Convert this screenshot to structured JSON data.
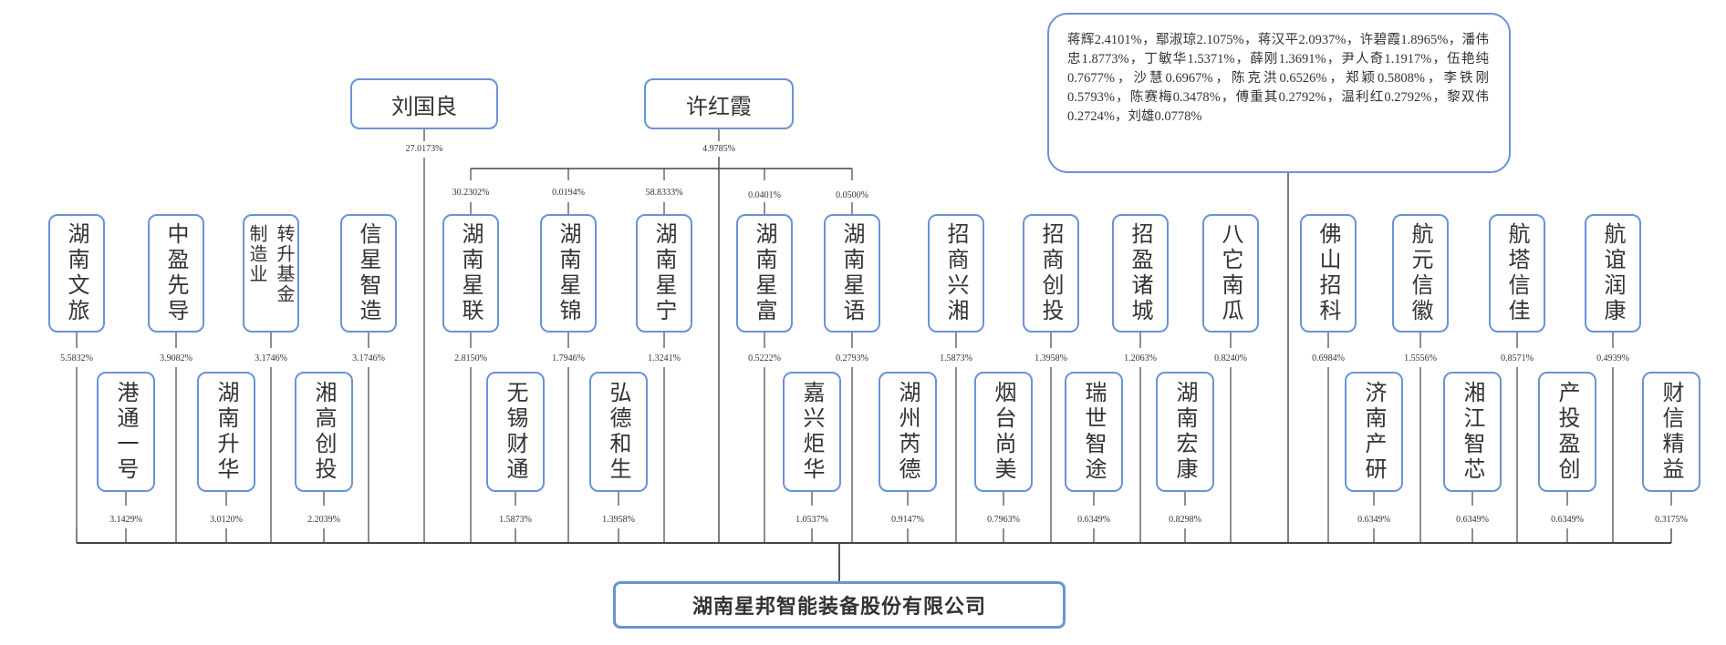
{
  "company": {
    "name": "湖南星邦智能装备股份有限公司"
  },
  "top_persons": [
    {
      "id": "liu",
      "name": "刘国良",
      "pct": "27.0173%"
    },
    {
      "id": "xu",
      "name": "许红霞",
      "pct": "4.9785%"
    }
  ],
  "xu_sub_pcts": [
    "30.2302%",
    "0.0194%",
    "58.8333%",
    "0.0401%",
    "0.0500%"
  ],
  "others_note": "蒋辉2.4101%，鄢淑琼2.1075%，蒋汉平2.0937%，许碧霞1.8965%，潘伟忠1.8773%，丁敏华1.5371%，薛刚1.3691%，尹人奇1.1917%，伍艳纯0.7677%，沙慧0.6967%，陈克洪0.6526%，郑颖0.5808%，李铁刚0.5793%，陈赛梅0.3478%，傅重其0.2792%，温利红0.2792%，黎双伟0.2724%，刘雄0.0778%",
  "upper_row": [
    {
      "name": "湖南文旅",
      "pct": "5.5832%"
    },
    {
      "name": "中盈先导",
      "pct": "3.9082%"
    },
    {
      "name": "转升基金制造业",
      "col1": "转升基金",
      "col2": "制造业",
      "pct": "3.1746%"
    },
    {
      "name": "信星智造",
      "pct": "3.1746%"
    },
    {
      "name": "湖南星联",
      "pct": "2.8150%"
    },
    {
      "name": "湖南星锦",
      "pct": "1.7946%"
    },
    {
      "name": "湖南星宁",
      "pct": "1.3241%"
    },
    {
      "name": "湖南星富",
      "pct": "0.5222%"
    },
    {
      "name": "湖南星语",
      "pct": "0.2793%"
    },
    {
      "name": "招商兴湘",
      "pct": "1.5873%"
    },
    {
      "name": "招商创投",
      "pct": "1.3958%"
    },
    {
      "name": "招盈诸城",
      "pct": "1.2063%"
    },
    {
      "name": "八它南瓜",
      "pct": "0.8240%"
    },
    {
      "name": "佛山招科",
      "pct": "0.6984%"
    },
    {
      "name": "航元信徽",
      "pct": "1.5556%"
    },
    {
      "name": "航塔信佳",
      "pct": "0.8571%"
    },
    {
      "name": "航谊润康",
      "pct": "0.4939%"
    }
  ],
  "lower_row": [
    {
      "name": "港通一号",
      "pct": "3.1429%"
    },
    {
      "name": "湖南升华",
      "pct": "3.0120%"
    },
    {
      "name": "湘高创投",
      "pct": "2.2039%"
    },
    {
      "name": "无锡财通",
      "pct": "1.5873%"
    },
    {
      "name": "弘德和生",
      "pct": "1.3958%"
    },
    {
      "name": "嘉兴炬华",
      "pct": "1.0537%"
    },
    {
      "name": "湖州芮德",
      "pct": "0.9147%"
    },
    {
      "name": "烟台尚美",
      "pct": "0.7963%"
    },
    {
      "name": "瑞世智途",
      "pct": "0.6349%"
    },
    {
      "name": "湖南宏康",
      "pct": "0.8298%"
    },
    {
      "name": "济南产研",
      "pct": "0.6349%"
    },
    {
      "name": "湘江智芯",
      "pct": "0.6349%"
    },
    {
      "name": "产投盈创",
      "pct": "0.6349%"
    },
    {
      "name": "财信精益",
      "pct": "0.3175%"
    }
  ],
  "colors": {
    "box_border": "#6a93d4",
    "line": "#444444",
    "text": "#333333"
  }
}
